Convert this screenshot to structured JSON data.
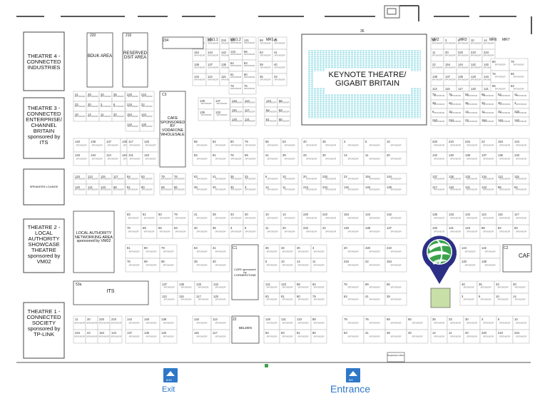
{
  "theatres": [
    {
      "id": "t4",
      "lines": [
        "THEATRE 4 -",
        "CONNECTED",
        "INDUSTRIES"
      ]
    },
    {
      "id": "t3",
      "lines": [
        "THEATRE 3 -",
        "CONNECTED",
        "ENTERPRISE/",
        "CHANNEL",
        "BRITAIN",
        "sponsored by",
        "ITS"
      ]
    },
    {
      "id": "t2",
      "lines": [
        "THEATRE 2 -",
        "LOCAL",
        "AUTHORITY",
        "SHOWCASE",
        "THEATRE",
        "sponsored by",
        "VM02"
      ]
    },
    {
      "id": "t1",
      "lines": [
        "THEATRE 1 -",
        "CONNECTED",
        "SOCIETY",
        "sponsored by",
        "TP-LINK"
      ]
    }
  ],
  "keynote": {
    "lines": [
      "KEYNOTE THEATRE/",
      "GIGABIT BRITAIN"
    ],
    "stand": "36"
  },
  "areas": {
    "bduk": "BDUK AREA",
    "dsit": [
      "RESERVED",
      "DSIT AREA"
    ],
    "cafe_vodafone": [
      "CAFE",
      "SPONSORED",
      "BY",
      "VODAFONE",
      "WHOLESALE"
    ],
    "local_authority": [
      "LOCAL AUTHORITY",
      "NETWORKING AREA",
      "sponsored by VM02"
    ],
    "its": "ITS",
    "cafe_cornerstone": [
      "CAFE sponsored",
      "by",
      "CORNERSTONE"
    ],
    "belden": "BELDEN",
    "cafe_right": "CAF",
    "speakers_lounge": "SPEAKERS LOUNGE"
  },
  "stand_numbers": {
    "bduk": "220",
    "dsit": "210",
    "cafe": "C3",
    "total_telecom": "234",
    "mr1_1": "MR1.1",
    "mr1_2": "MR1.2",
    "mr1_4": "MR1.4",
    "mr2": "MR2",
    "mr3": "MR3",
    "mr6": "MR6",
    "mr7": "MR7",
    "its": "53a",
    "c1": "C1",
    "c2": "C2",
    "belden": "22",
    "s154": "154",
    "s144": "144",
    "s142": "142",
    "s140": "140",
    "s138": "138",
    "s137": "137",
    "s135": "135",
    "s133": "133",
    "s134": "134",
    "s113": "113",
    "s115": "115",
    "s117": "117",
    "s120": "120",
    "s121": "121",
    "s123": "123",
    "s88": "88",
    "s84": "84",
    "s83": "83",
    "s81": "81",
    "s80": "80",
    "s79": "79",
    "s76": "76",
    "s69": "69",
    "s65": "65",
    "s63": "63",
    "s41": "41",
    "s39": "39",
    "s40": "40",
    "s35": "35",
    "s33": "33",
    "s30": "30",
    "s3": "3",
    "s6": "6",
    "s10": "10",
    "s14": "14",
    "s11": "11",
    "s20": "20"
  },
  "booth_company": "SPONSOR",
  "dimensions": [
    "10",
    "15",
    "9",
    "12",
    "6",
    "4",
    "3",
    "5",
    "8",
    "2"
  ],
  "bottom": {
    "exit_label": "Exit",
    "exit_badge": "5/10",
    "entrance_label": "Entrance",
    "entrance_badge": "5/9",
    "registration": "Registration Office"
  },
  "marker": {
    "name": "location-pin",
    "color": "#2b2f86",
    "accent": "#3aa34a"
  },
  "colors": {
    "walls": "#555555",
    "booth_stroke": "#bbbbbb",
    "keynote_seats": "#a9e3ea",
    "highlight_booth": "#c9dfa8",
    "route": "#2e78c7"
  }
}
